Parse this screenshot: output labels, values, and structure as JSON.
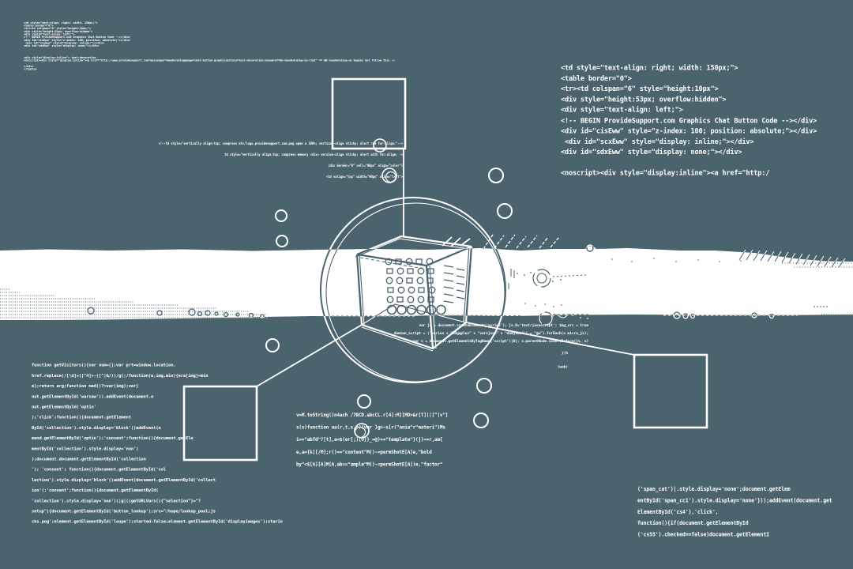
{
  "colors": {
    "background": "#4b636c",
    "ink": "#ffffff",
    "band": "#ffffff"
  },
  "illustration": {
    "description": "code collage with wireframe cube diagram",
    "shapes": [
      "top-node-square",
      "left-node-square",
      "right-node-square",
      "orbit-circle",
      "wireframe-cube",
      "paper-band"
    ]
  },
  "code_blocks": {
    "top_left": {
      "lines": [
        "<td style=\"text-align: right; width: 150px;\">",
        "<table border=\"0\">",
        "<tr><td colspan=\"6\" style=\"height:10px;\">",
        "<div style=\"height:53px; overflow:hidden\">",
        "<div style=\"text-align: left;\">",
        "<!-- BEGIN ProvideSupport.com Graphics Chat Button Code --></div>",
        "<div id=\"cisEww\" style=\"z-index: 100; position: absolute;\"></div>",
        " <div id=\"scxEww\" style=\"display: inline;\"></div>",
        "<div id=\"sdxEww\" style=\"display: none;\"></div>",
        "",
        "",
        "",
        "<div style=\"display:inline\"> text-decoration",
        "<noscript><div style=\"display:inline\"><a href=\"http://www.providesupport.com?messenger=handholding&page=chat-button-graphics&style=text-decoration:none&ref=bb-handholding-on-chat\" == BB handholding-on begins dot follow this ->",
        "",
        "</div>",
        "</table>"
      ]
    },
    "top_right": {
      "lines": [
        "<td style=\"text-align: right; width: 150px;\">",
        "<table border=\"0\">",
        "<tr><td colspan=\"6\" style=\"height:10px\">",
        "<div style=\"height:53px; overflow:hidden\">",
        "<div style=\"text-align: left;\">",
        "<!-- BEGIN ProvideSupport.com Graphics Chat Button Code --></div>",
        "<div id=\"cisEww\" style=\"z-index: 100; position: absolute;\"></div>",
        " <div id=\"scxEww\" style=\"display: inline;\"></div>",
        "<div id=\"sdxEww\" style=\"display: none;\"></div>",
        "",
        "<noscript><div style=\"display:inline\"><a href=\"http:/"
      ]
    },
    "mid_annotation": {
      "lines": [
        "<!--td style=\"vertically align:top; compress etc/logo.providesupport.com.png open a 100%; vertical-align sticky; alert rem for-align;\"-->",
        "td style=\"vertically align:top; compress memory <div> version-align sticky; alert with for-align; ->",
        "(div border=\"0\" cell=\"00px\" align=\"color\")",
        "<td valign=\"top\" width=\"90px\" align=\"left\">"
      ]
    },
    "cube_note": {
      "lines": [
        "var js = document.createElement('script'); js.D='text/javascript'; img_src = true",
        "damian_script = ('varios s \"sdgqplus\" s \"varsjson\" s \"damjson\"') = \"gw\").forEach(s micro_js);",
        "var s = document.getElementsByTagName('script')[0]; s.parentNode.insertBefore(js, s)",
        "}(h",
        "(web)"
      ]
    },
    "bottom_left": {
      "lines": [
        "function getVisitors(){var num=[];var prt=window.location.",
        "href.replace(/[\\d]+([^4]+-([^|&/))/g(;/function(e,img,min){era[img]=min",
        "e);return arg;function med()?>var(img);ver}",
        "nut.getElementById('warsaw')).addEvent(document.e",
        "nut.getElementById('optin'",
        ");'click';function(){document.getElement",
        "ById('collection').style.display='block'()addEvent(e",
        "mend.getElementById('optin');'consent';function(){document.getEle",
        "mentById('collection').style.display='non')",
        ");document.document.getElementById('collection",
        "'); 'consent'; function(){document.getElementById('col",
        "lection').style.display='block'()addEvent(document.getElementById('collect",
        "ion'(;'consent';function(){document.getElementById(",
        "'collection').style.display='non')(|g|((getURLVars(){\"selection\"}=\"?",
        "setup\"){document.getElementById('button_lookup');src=\"/hope/lookup_pool;js",
        "cks.png';element.getElementById('loupe');started-false;element.getElementById('displayimages');starin"
      ]
    },
    "bottom_center": {
      "lines": [
        "v=M.toString()n4ach /7BCD.abcCL.r[4]:M][MD>&r[T]||[^|v\"]",
        "s(s)function ua(r,t,s,r){var }g=~s[r(\"ania\"r\"materi\")Ms",
        "i==\"abfd\"?[t],a=$(er[;)[O]}_=@)==\"template\"}(j)==r,am{",
        "e,a=[k][/M];r()==\"content\"M()-=permShotE[A]e,\"bold",
        "by\"<$[A][A]M[A,ab==\"ample\"M()-=permShotE[A])e,\"factor\""
      ]
    },
    "bottom_right": {
      "lines": [
        "('span_cat')|.style.display='none';document.getElem",
        "entById('span_cc1').style.display='none'}));addEvent(document.get",
        "ElementById('cs4'),'click',",
        "function(){if(document.getElementById",
        "('cs55').checked==false)document.getElementI"
      ]
    }
  }
}
